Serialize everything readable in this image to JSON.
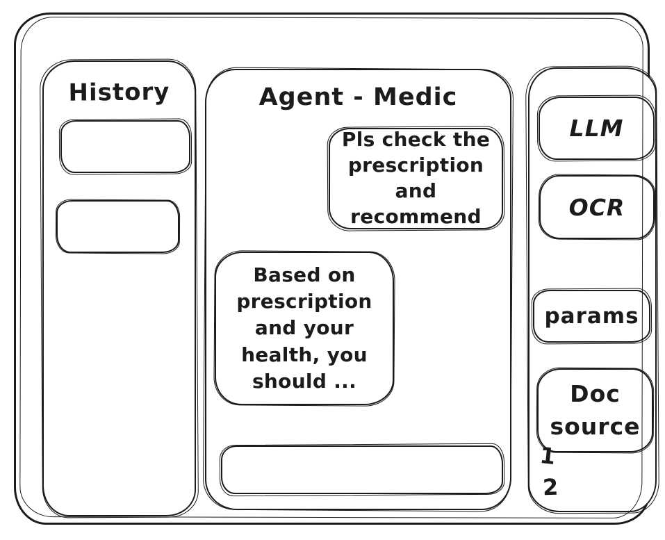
{
  "app": {
    "background": "#ffffff",
    "ink": "#1b1b1b"
  },
  "history": {
    "title": "History",
    "items": [
      {
        "label": ""
      },
      {
        "label": ""
      }
    ]
  },
  "chat": {
    "title": "Agent - Medic",
    "messages": [
      {
        "role": "user",
        "text": "Pls check the\nprescription\nand recommend"
      },
      {
        "role": "assistant",
        "text": "Based on\nprescription\nand your\nhealth, you\nshould ..."
      }
    ],
    "input_value": ""
  },
  "tools": {
    "buttons": [
      {
        "label": "LLM"
      },
      {
        "label": "OCR"
      },
      {
        "label": "params"
      },
      {
        "label": "Doc\nsource"
      }
    ],
    "doc_items": [
      "1",
      "2"
    ]
  }
}
